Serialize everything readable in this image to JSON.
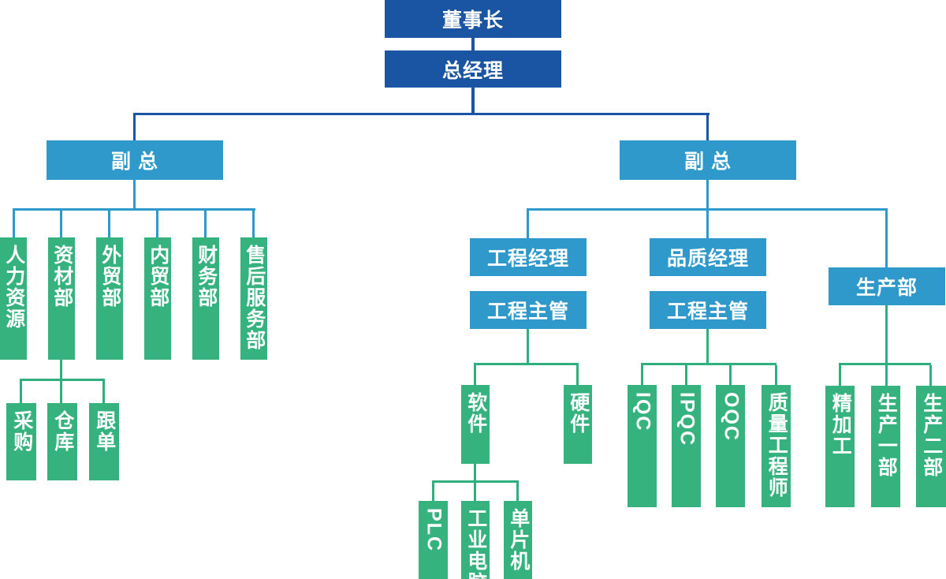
{
  "colors": {
    "dark_blue": "#1955A2",
    "light_blue": "#2E99CA",
    "green_box": "#36B27F",
    "green_line": "#2FAF7D",
    "text": "#FFFFFF",
    "background": "#FFFFFF"
  },
  "org": {
    "chairman": {
      "label": "董事长"
    },
    "general_manager": {
      "label": "总经理"
    },
    "vice_general_left": {
      "label": "副 总"
    },
    "vice_general_right": {
      "label": "副 总"
    },
    "hr": {
      "label": "人力资源"
    },
    "materials": {
      "label": "资材部"
    },
    "foreign_trade": {
      "label": "外贸部"
    },
    "domestic_trade": {
      "label": "内贸部"
    },
    "finance": {
      "label": "财务部"
    },
    "after_sales": {
      "label": "售后服务部"
    },
    "purchasing": {
      "label": "采购"
    },
    "warehouse": {
      "label": "仓库"
    },
    "merchandising": {
      "label": "跟单"
    },
    "engineering_manager": {
      "label": "工程经理"
    },
    "engineering_supervisor": {
      "label": "工程主管"
    },
    "quality_manager": {
      "label": "品质经理"
    },
    "quality_supervisor": {
      "label": "工程主管"
    },
    "production": {
      "label": "生产部"
    },
    "software": {
      "label": "软件"
    },
    "hardware": {
      "label": "硬件"
    },
    "plc": {
      "label": "PLC"
    },
    "industrial_pc": {
      "label": "工业电脑"
    },
    "mcu": {
      "label": "单片机"
    },
    "iqc": {
      "label": "IQC"
    },
    "ipqc": {
      "label": "IPQC"
    },
    "oqc": {
      "label": "OQC"
    },
    "quality_engineer": {
      "label": "质量工程师"
    },
    "fine_machining": {
      "label": "精加工"
    },
    "production_one": {
      "label": "生产一部"
    },
    "production_two": {
      "label": "生产二部"
    }
  }
}
